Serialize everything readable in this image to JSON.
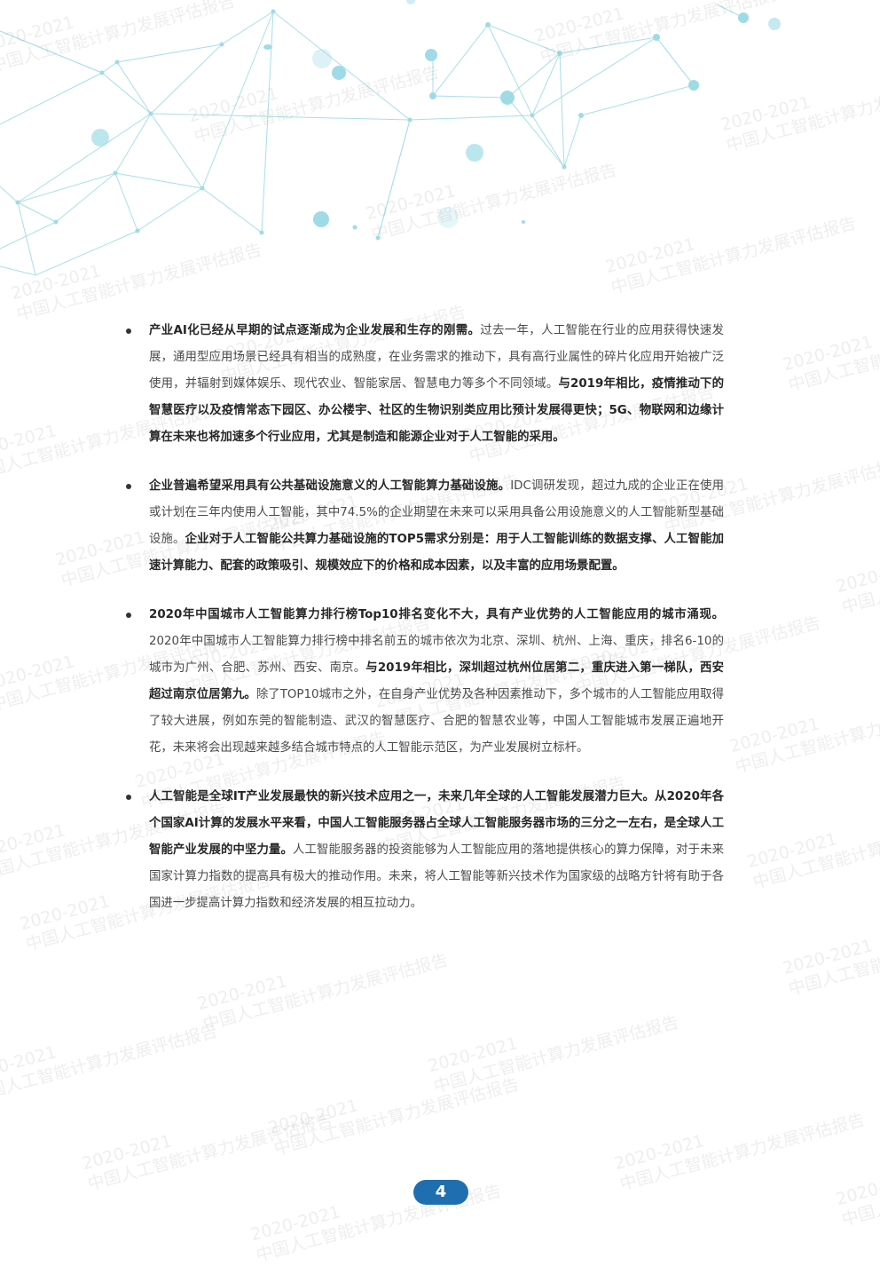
{
  "watermark": {
    "year": "2020-2021",
    "title": "中国人工智能计算力发展评估报告"
  },
  "colors": {
    "network": "#8fd6e3",
    "page_badge": "#1f6fb0"
  },
  "bullets": [
    {
      "b1": "产业AI化已经从早期的试点逐渐成为企业发展和生存的刚需。",
      "t1": "过去一年，人工智能在行业的应用获得快速发展，通用型应用场景已经具有相当的成熟度，在业务需求的推动下，具有高行业属性的碎片化应用开始被广泛使用，并辐射到媒体娱乐、现代农业、智能家居、智慧电力等多个不同领域。",
      "b2": "与2019年相比，疫情推动下的智慧医疗以及疫情常态下园区、办公楼宇、社区的生物识别类应用比预计发展得更快；5G、物联网和边缘计算在未来也将加速多个行业应用，尤其是制造和能源企业对于人工智能的采用。",
      "t2": ""
    },
    {
      "b1": "企业普遍希望采用具有公共基础设施意义的人工智能算力基础设施。",
      "t1": "IDC调研发现，超过九成的企业正在使用或计划在三年内使用人工智能，其中74.5%的企业期望在未来可以采用具备公用设施意义的人工智能新型基础设施。",
      "b2": "企业对于人工智能公共算力基础设施的TOP5需求分别是：用于人工智能训练的数据支撑、人工智能加速计算能力、配套的政策吸引、规模效应下的价格和成本因素，以及丰富的应用场景配置。",
      "t2": ""
    },
    {
      "b1": "2020年中国城市人工智能算力排行榜Top10排名变化不大，具有产业优势的人工智能应用的城市涌现。",
      "t1": "2020年中国城市人工智能算力排行榜中排名前五的城市依次为北京、深圳、杭州、上海、重庆，排名6-10的城市为广州、合肥、苏州、西安、南京。",
      "b2": "与2019年相比，深圳超过杭州位居第二，重庆进入第一梯队，西安超过南京位居第九。",
      "t2": "除了TOP10城市之外，在自身产业优势及各种因素推动下，多个城市的人工智能应用取得了较大进展，例如东莞的智能制造、武汉的智慧医疗、合肥的智慧农业等，中国人工智能城市发展正遍地开花，未来将会出现越来越多结合城市特点的人工智能示范区，为产业发展树立标杆。"
    },
    {
      "b1": "人工智能是全球IT产业发展最快的新兴技术应用之一，未来几年全球的人工智能发展潜力巨大。从2020年各个国家AI计算的发展水平来看，中国人工智能服务器占全球人工智能服务器市场的三分之一左右，是全球人工智能产业发展的中坚力量。",
      "t1": "人工智能服务器的投资能够为人工智能应用的落地提供核心的算力保障，对于未来国家计算力指数的提高具有极大的推动作用。未来，将人工智能等新兴技术作为国家级的战略方针将有助于各国进一步提高计算力指数和经济发展的相互拉动力。",
      "b2": "",
      "t2": ""
    }
  ],
  "page_number": "4"
}
